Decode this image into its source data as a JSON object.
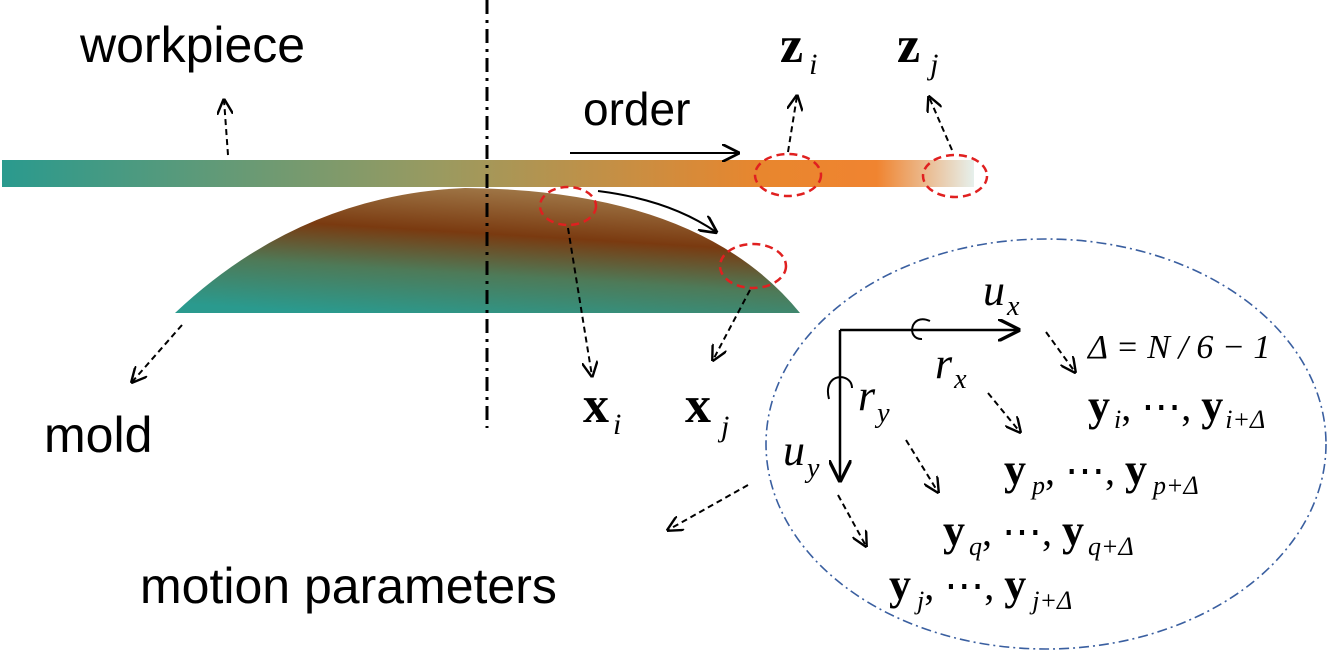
{
  "labels": {
    "workpiece": "workpiece",
    "mold": "mold",
    "order": "order",
    "motion_parameters": "motion parameters"
  },
  "symbols": {
    "z_i": {
      "base": "z",
      "sub": "i"
    },
    "z_j": {
      "base": "z",
      "sub": "j"
    },
    "x_i": {
      "base": "x",
      "sub": "i"
    },
    "x_j": {
      "base": "x",
      "sub": "j"
    },
    "u_x": {
      "base": "u",
      "sub": "x"
    },
    "u_y": {
      "base": "u",
      "sub": "y"
    },
    "r_x": {
      "base": "r",
      "sub": "x"
    },
    "r_y": {
      "base": "r",
      "sub": "y"
    }
  },
  "equation": {
    "delta": "Δ = N / 6 − 1"
  },
  "sequences": {
    "seq_i": {
      "a": "y",
      "a_sub": "i",
      "dots": ", ⋯, ",
      "b": "y",
      "b_sub": "i+Δ"
    },
    "seq_p": {
      "a": "y",
      "a_sub": "p",
      "dots": ", ⋯, ",
      "b": "y",
      "b_sub": "p+Δ"
    },
    "seq_q": {
      "a": "y",
      "a_sub": "q",
      "dots": ", ⋯, ",
      "b": "y",
      "b_sub": "q+Δ"
    },
    "seq_j": {
      "a": "y",
      "a_sub": "j",
      "dots": ", ⋯, ",
      "b": "y",
      "b_sub": "j+Δ"
    }
  },
  "colors": {
    "teal": "#2a9a8e",
    "brown": "#7a3a10",
    "orange": "#f08430",
    "highlight_red": "#e02020",
    "ellipse_blue": "#3a5fa0"
  }
}
